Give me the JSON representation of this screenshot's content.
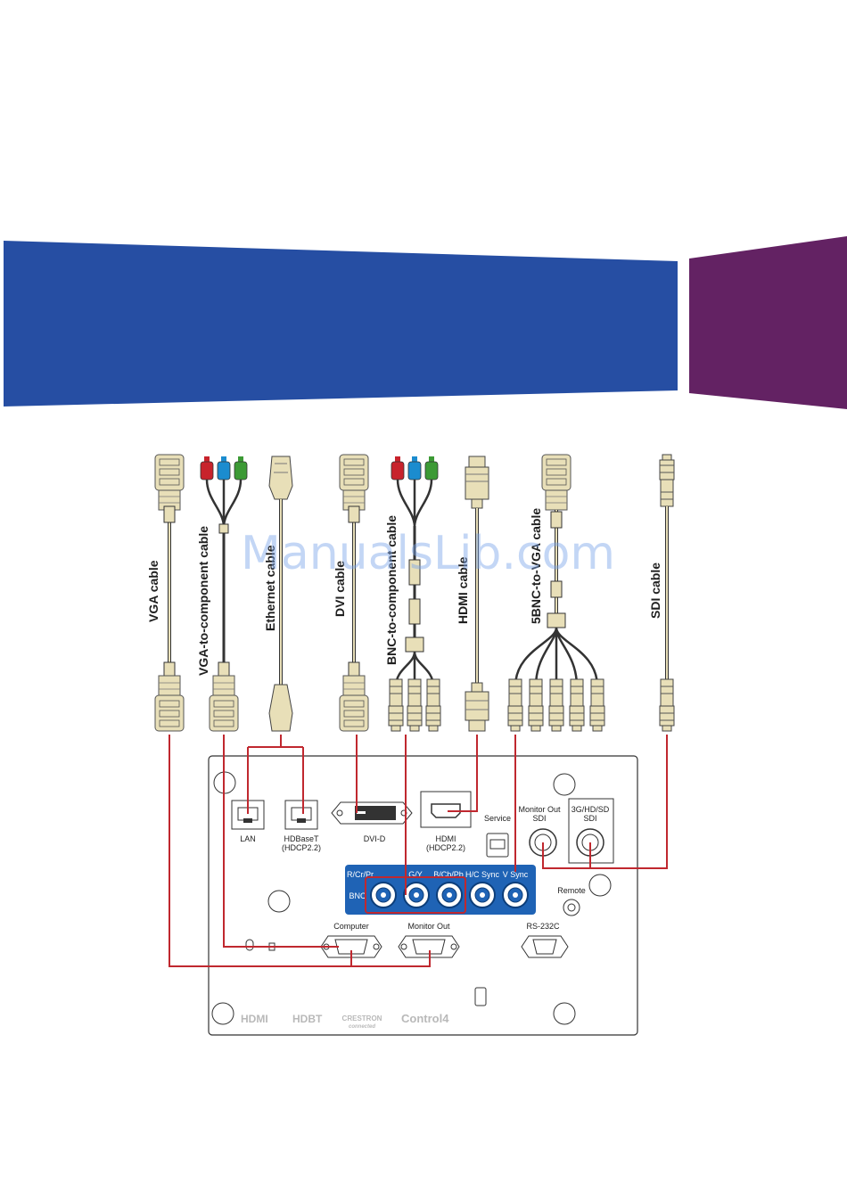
{
  "watermark": "ManualsLib.com",
  "colors": {
    "banner_blue": "#264ea3",
    "banner_purple": "#632263",
    "route_red": "#c0282f",
    "cable_ivory": "#e8dfb8",
    "bnc_panel_blue": "#1f63b5"
  },
  "cables": {
    "vga": "VGA cable",
    "vga_component": "VGA-to-component cable",
    "ethernet": "Ethernet cable",
    "dvi": "DVI cable",
    "bnc_component": "BNC-to-component cable",
    "hdmi": "HDMI cable",
    "bnc5_vga": "5BNC-to-VGA cable",
    "sdi": "SDI cable"
  },
  "ports": {
    "lan": "LAN",
    "hdbaset": "HDBaseT",
    "hdbaset_sub": "(HDCP2.2)",
    "dvid": "DVI-D",
    "hdmi": "HDMI",
    "hdmi_sub": "(HDCP2.2)",
    "service": "Service",
    "monitor_out_sdi": "Monitor Out",
    "monitor_out_sdi_sub": "SDI",
    "sdi_in": "3G/HD/SD",
    "sdi_in_sub": "SDI",
    "remote": "Remote",
    "computer": "Computer",
    "monitor_out": "Monitor Out",
    "rs232c": "RS-232C",
    "bnc": "BNC",
    "bnc_r": "R/Cr/Pr",
    "bnc_g": "G/Y",
    "bnc_b": "B/Cb/Pb",
    "bnc_h": "H/C Sync",
    "bnc_v": "V Sync"
  },
  "logos": {
    "hdmi": "HDMI",
    "hdbaset": "HDBT",
    "crestron": "CRESTRON",
    "crestron_sub": "connected",
    "control4": "Control4"
  }
}
